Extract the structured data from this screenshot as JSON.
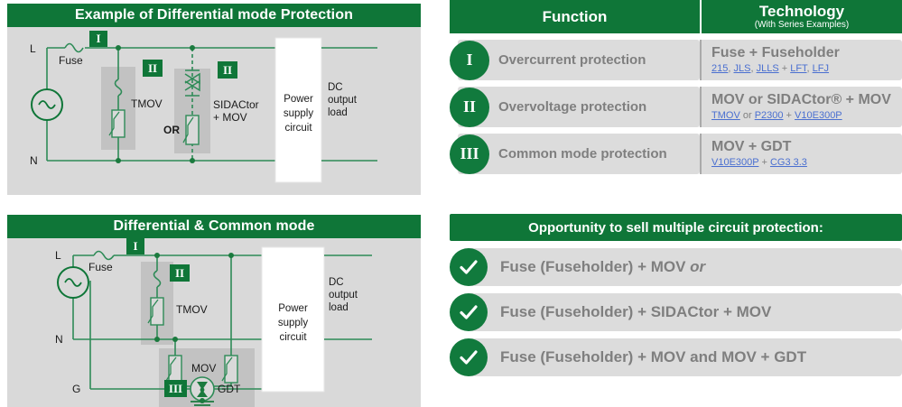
{
  "left": {
    "panel1": {
      "title": "Example of Differential mode Protection",
      "labels": {
        "l": "L",
        "n": "N",
        "fuse": "Fuse",
        "badge1": "I",
        "badge2a": "II",
        "badge2b": "II",
        "tmov": "TMOV",
        "sidactor": "SIDACtor",
        "sidactor2": "+ MOV",
        "or": "OR",
        "psu1": "Power",
        "psu2": "supply",
        "psu3": "circuit",
        "out1": "DC",
        "out2": "output",
        "out3": "load"
      }
    },
    "panel2": {
      "title": "Differential & Common mode",
      "labels": {
        "l": "L",
        "n": "N",
        "g": "G",
        "fuse": "Fuse",
        "badge1": "I",
        "badge2": "II",
        "badge3": "III",
        "tmov": "TMOV",
        "mov": "MOV",
        "gdt": "GDT",
        "psu1": "Power",
        "psu2": "supply",
        "psu3": "circuit",
        "out1": "DC",
        "out2": "output",
        "out3": "load"
      }
    }
  },
  "table": {
    "header": {
      "function": "Function",
      "technology": "Technology",
      "technology_sub": "(With Series Examples)"
    },
    "rows": [
      {
        "numeral": "I",
        "function": "Overcurrent protection",
        "tech": "Fuse + Fuseholder",
        "series": [
          {
            "text": "215",
            "link": true
          },
          {
            "text": ", ",
            "link": false
          },
          {
            "text": "JLS",
            "link": true
          },
          {
            "text": ", ",
            "link": false
          },
          {
            "text": "JLLS",
            "link": true
          },
          {
            "text": " + ",
            "link": false
          },
          {
            "text": "LFT",
            "link": true
          },
          {
            "text": ", ",
            "link": false
          },
          {
            "text": "LFJ",
            "link": true
          }
        ]
      },
      {
        "numeral": "II",
        "function": "Overvoltage protection",
        "tech": "MOV or SIDACtor® + MOV",
        "series": [
          {
            "text": "TMOV",
            "link": true
          },
          {
            "text": " or ",
            "link": false
          },
          {
            "text": "P2300",
            "link": true
          },
          {
            "text": " + ",
            "link": false
          },
          {
            "text": "V10E300P",
            "link": true
          }
        ]
      },
      {
        "numeral": "III",
        "function": "Common mode protection",
        "tech": "MOV + GDT",
        "series": [
          {
            "text": "V10E300P",
            "link": true
          },
          {
            "text": " + ",
            "link": false
          },
          {
            "text": "CG3 3.3",
            "link": true
          }
        ]
      }
    ]
  },
  "opportunity": {
    "title": "Opportunity to sell multiple circuit protection:",
    "items": [
      {
        "text": "Fuse (Fuseholder) + MOV ",
        "italic": "or"
      },
      {
        "text": "Fuse (Fuseholder) + SIDACtor + MOV",
        "italic": ""
      },
      {
        "text": "Fuse (Fuseholder) + MOV and MOV + GDT",
        "italic": ""
      }
    ]
  },
  "colors": {
    "green": "#0f7638",
    "circle_green": "#117a3d",
    "panel_gray": "#d9d9d9",
    "row_gray": "#dcdcdc",
    "text_gray": "#7f7f7f",
    "link_blue": "#4a6fd0",
    "wire_green": "#2e8b57"
  }
}
